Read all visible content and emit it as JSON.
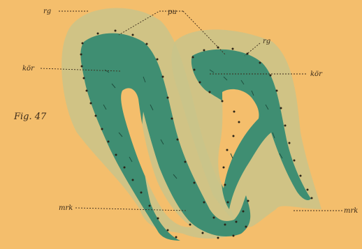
{
  "figure_label": "Fig. 47",
  "labels": {
    "rg_left": "rg",
    "rg_right": "rg",
    "pu": "pu",
    "kor_left": "kör",
    "kor_right": "kör",
    "mrk_left": "mrk",
    "mrk_right": "mrk"
  },
  "colors": {
    "background": "#f4be6c",
    "outer_tissue": "#c9c48a",
    "dentin": "#3f8e72",
    "pulp": "#f4be6c",
    "ink": "#3b2b1a"
  }
}
